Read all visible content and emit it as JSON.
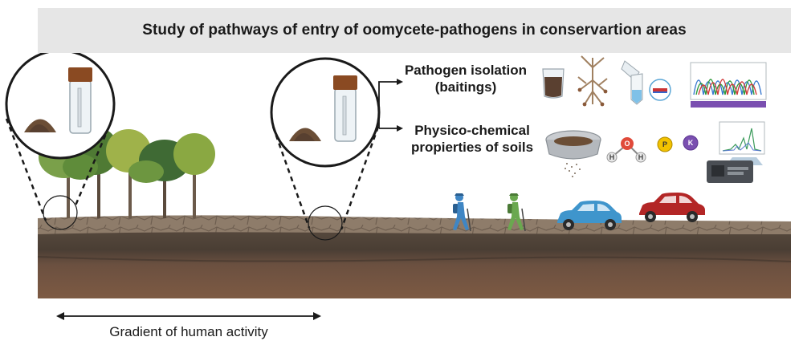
{
  "title": "Study of pathways of entry of oomycete-pathogens in conservartion areas",
  "branches": {
    "pathogen_isolation": {
      "line1": "Pathogen isolation",
      "line2": "(baitings)"
    },
    "physico_chemical": {
      "line1": "Physico-chemical",
      "line2": "propierties of soils"
    }
  },
  "gradient_label": "Gradient of human activity",
  "molecule_labels": {
    "oxygen": "O",
    "hydrogen": "H"
  },
  "ion_labels": {
    "phosphorus": "P",
    "potassium": "K"
  },
  "colors": {
    "title_bg": "#e6e6e6",
    "soil_top": "#8c7a68",
    "soil_dark": "#4e4238",
    "soil_deep": "#7a5a44",
    "tree_green": "#5f8c3a",
    "hiker_blue": "#3f86c4",
    "hiker_green": "#6aa84f",
    "car_blue": "#3f95cc",
    "car_red": "#b32626",
    "jar_cap": "#8a4a22"
  }
}
